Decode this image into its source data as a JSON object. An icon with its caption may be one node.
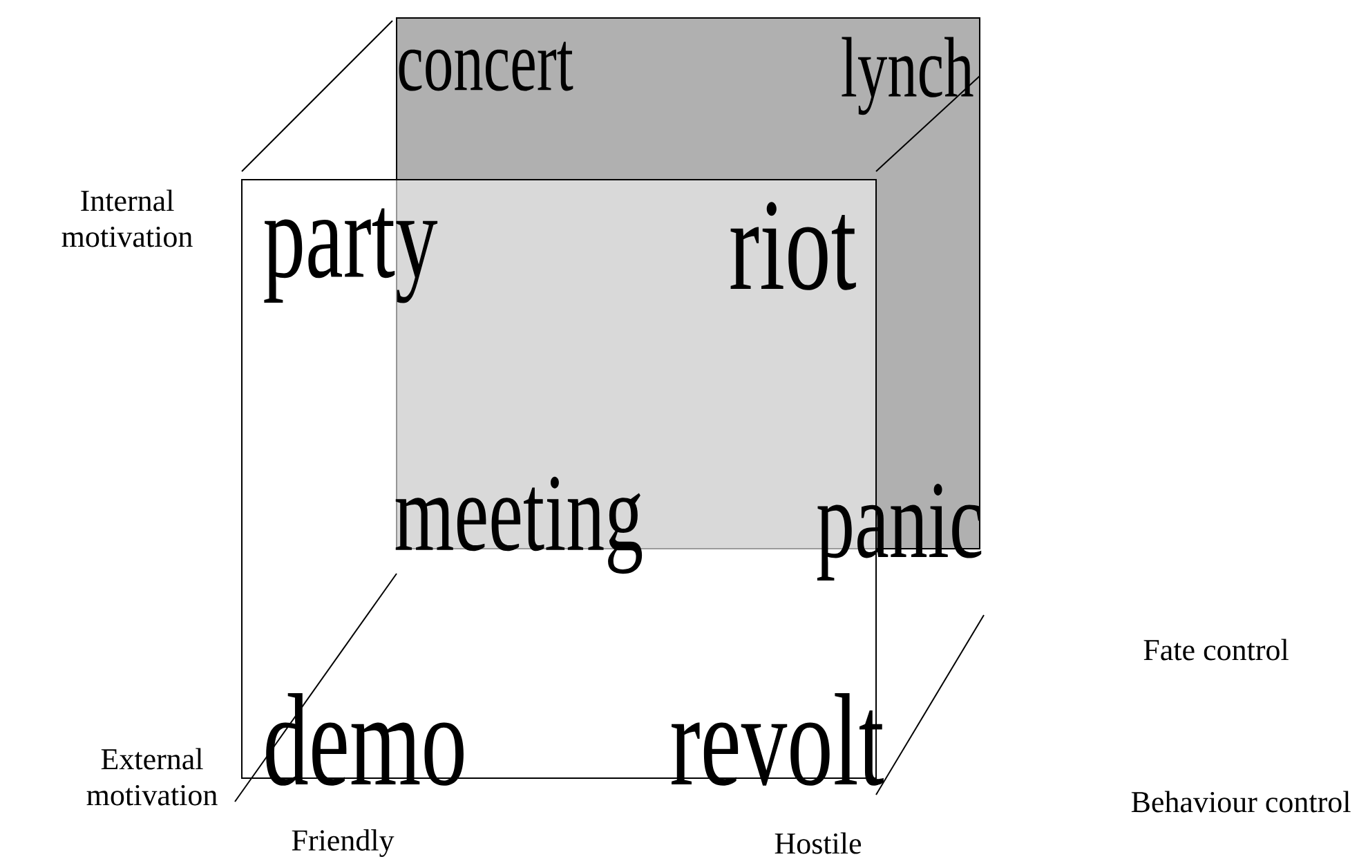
{
  "diagram": {
    "labels": [
      "concert",
      "lynch",
      "Internal motivation",
      "party",
      "riot",
      "meeting",
      "panic",
      "Fate control",
      "External motivation",
      "demo",
      "revolt",
      "Behaviour control",
      "Friendly",
      "Hostile"
    ]
  }
}
